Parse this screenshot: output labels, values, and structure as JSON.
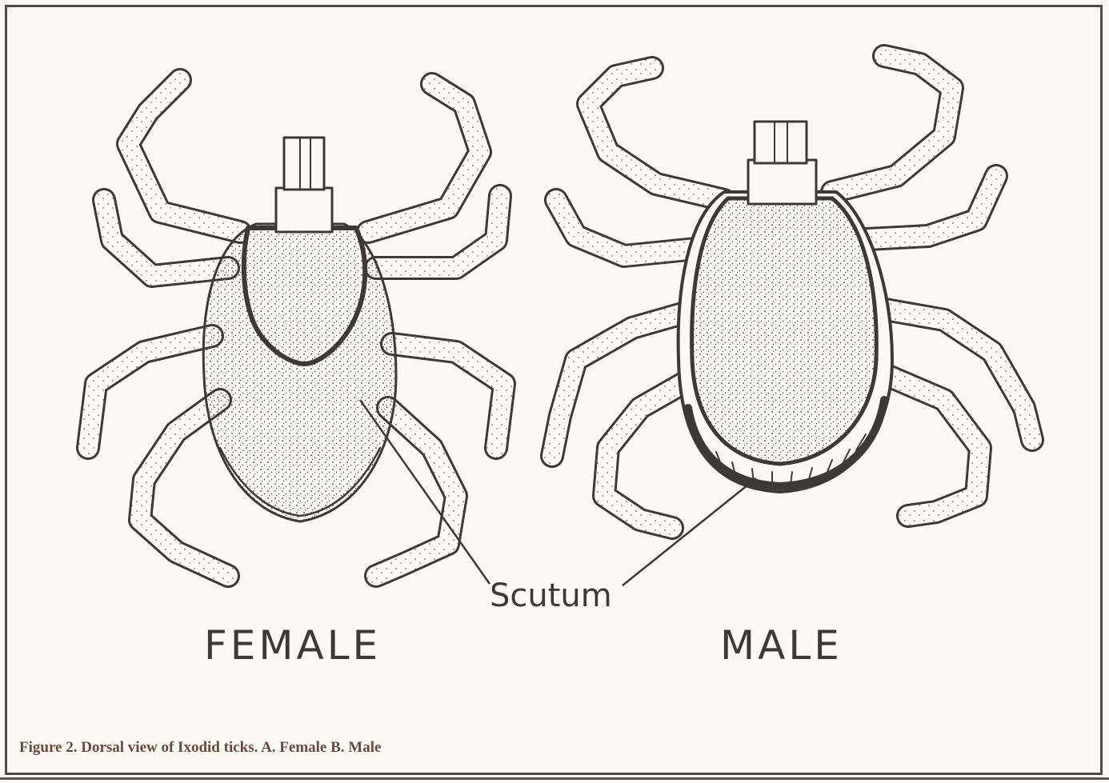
{
  "labels": {
    "female": "FEMALE",
    "male": "MALE",
    "scutum": "Scutum"
  },
  "caption": "Figure 2. Dorsal view of Ixodid ticks. A. Female   B. Male",
  "colors": {
    "ink": "#3d3a36",
    "paper": "#fbfaf5",
    "caption": "#6a4a3a"
  }
}
